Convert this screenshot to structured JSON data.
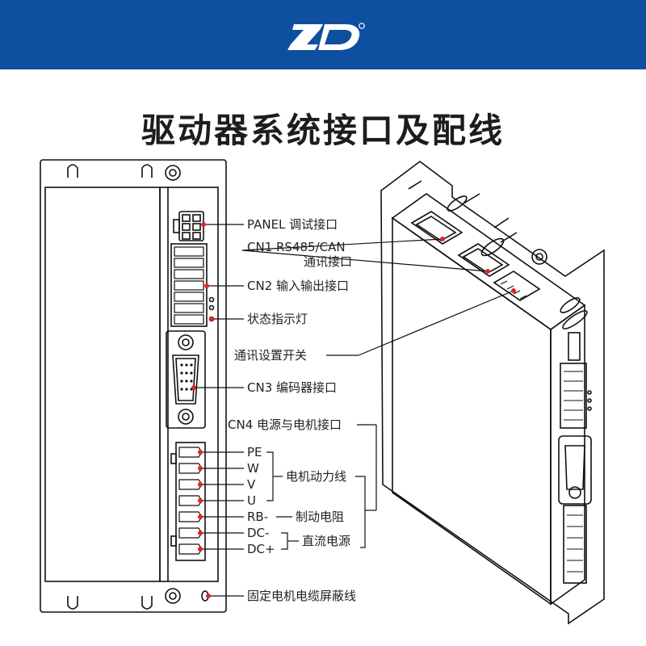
{
  "header": {
    "logo_text": "ZD",
    "bg_color": "#0f4fa0"
  },
  "title": "驱动器系统接口及配线",
  "labels": {
    "panel": "PANEL 调试接口",
    "cn1_line1": "CN1 RS485/CAN",
    "cn1_line2": "通讯接口",
    "cn2": "CN2  输入输出接口",
    "status_led": "状态指示灯",
    "comm_switch": "通讯设置开关",
    "cn3": "CN3 编码器接口",
    "cn4": "CN4 电源与电机接口",
    "pe": "PE",
    "w": "W",
    "v": "V",
    "u": "U",
    "rb": "RB-",
    "dcm": "DC-",
    "dcp": "DC+",
    "motor_power": "电机动力线",
    "brake_resistor": "制动电阻",
    "dc_power": "直流电源",
    "shield": "固定电机电缆屏蔽线"
  },
  "colors": {
    "leader": "#e0242b",
    "bracket": "#e0242b",
    "outline": "#111111"
  }
}
